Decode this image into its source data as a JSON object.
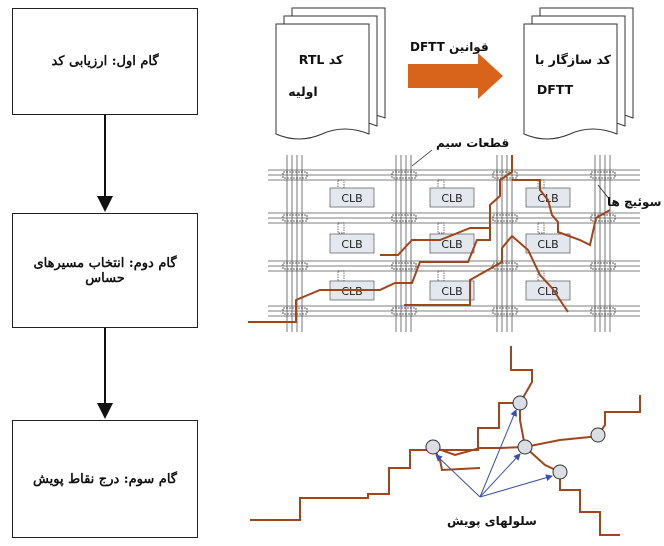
{
  "flow": {
    "step1": "گام اول:  ارزیابی کد",
    "step2": "گام دوم: انتخاب مسیرهای حساس",
    "step3": "گام سوم: درج نقاط پویش"
  },
  "top": {
    "doc_left_line1": "کد RTL",
    "doc_left_line2": "اولیه",
    "arrow_label": "قوانین DFTT",
    "doc_right_line1": "کد سازگار با",
    "doc_right_line2": "DFTT"
  },
  "fpga": {
    "wire_segments_label": "قطعات سیم",
    "switches_label": "سوئیچ ها",
    "clb_label": "CLB"
  },
  "scan": {
    "cells_label": "سلولهای پویش"
  },
  "colors": {
    "path": "#a0461b",
    "arrow": "#d8641c",
    "clb_fill": "#e3e8ef",
    "pointer": "#3a4fb0"
  }
}
